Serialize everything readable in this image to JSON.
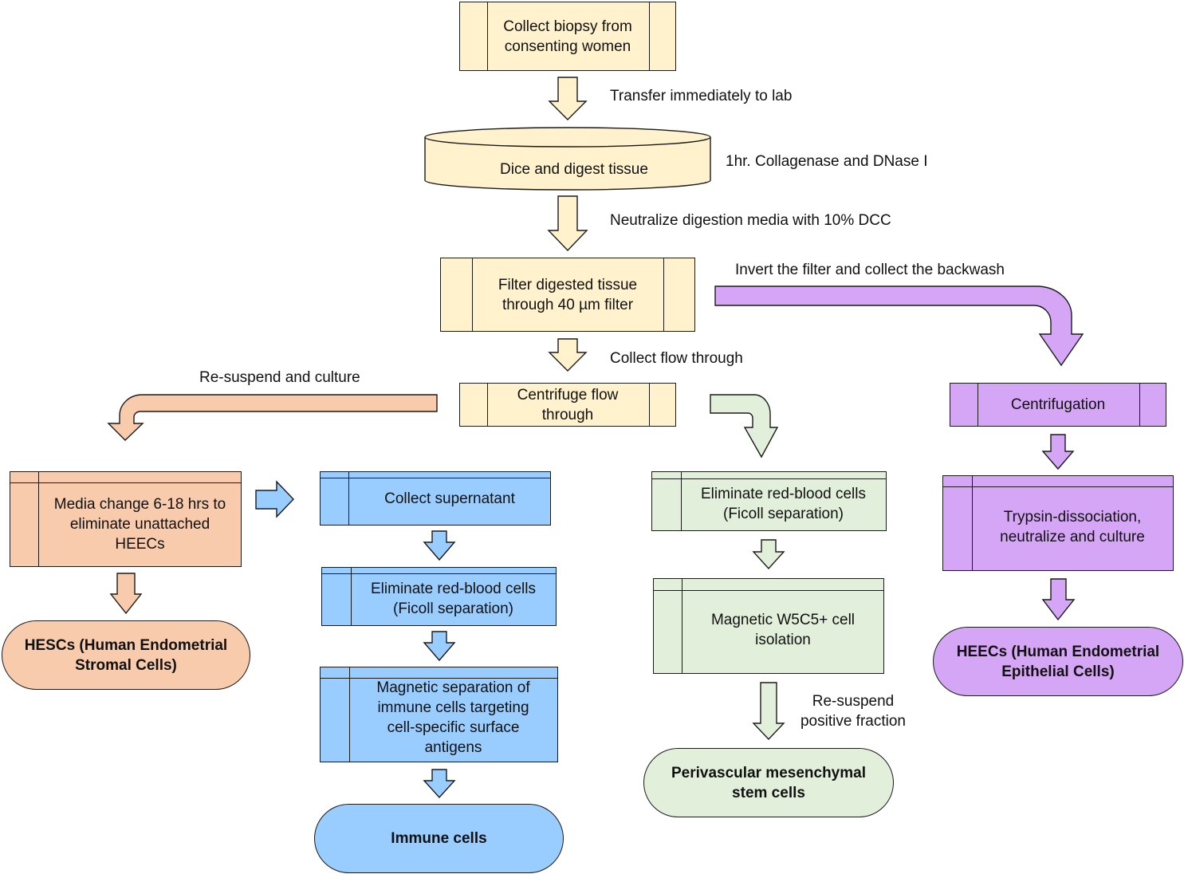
{
  "colors": {
    "yellow": "#fff2cc",
    "orange": "#f8cbad",
    "blue": "#99ccff",
    "green": "#e2efda",
    "purple": "#d5a6f5"
  },
  "main": {
    "collect_biopsy": "Collect biopsy from consenting women",
    "transfer": "Transfer immediately to lab",
    "dice": "Dice and digest tissue",
    "collagenase": "1hr. Collagenase and DNase I",
    "neutralize": "Neutralize digestion media with 10% DCC",
    "filter": "Filter digested tissue through 40 µm filter",
    "invert": "Invert the filter and collect the backwash",
    "collect_flow": "Collect flow through",
    "centrifuge_flow": "Centrifuge flow through",
    "resuspend_culture": "Re-suspend and culture"
  },
  "stromal": {
    "media_change": "Media change 6-18 hrs to eliminate unattached HEECs",
    "hescs": "HESCs (Human Endometrial Stromal Cells)"
  },
  "immune": {
    "collect_supernatant": "Collect supernatant",
    "eliminate_rbc": "Eliminate red-blood cells (Ficoll separation)",
    "magnetic_sep": "Magnetic separation of immune cells targeting cell-specific surface antigens",
    "immune_cells": "Immune cells"
  },
  "perivascular": {
    "eliminate_rbc": "Eliminate red-blood cells (Ficoll separation)",
    "magnetic": "Magnetic W5C5+ cell isolation",
    "resuspend_positive": "Re-suspend positive fraction",
    "pmsc": "Perivascular mesenchymal stem cells"
  },
  "epithelial": {
    "centrifugation": "Centrifugation",
    "trypsin": "Trypsin-dissociation, neutralize and culture",
    "heecs": "HEECs (Human Endometrial Epithelial Cells)"
  }
}
